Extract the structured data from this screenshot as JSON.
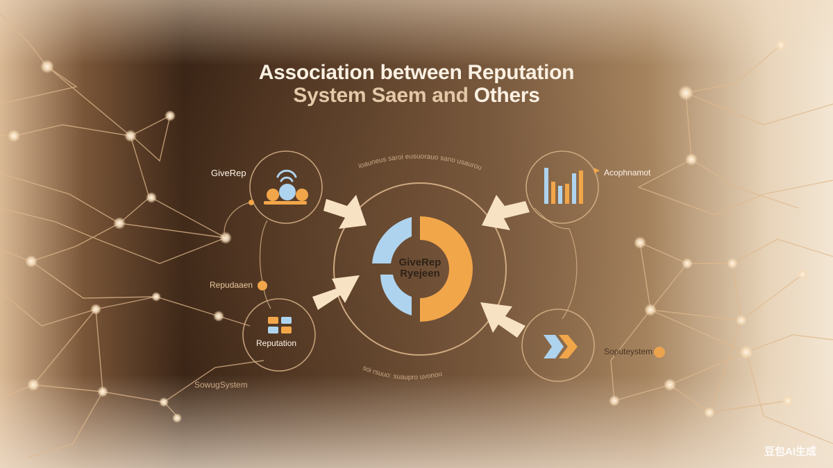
{
  "title": {
    "line1": "Association between Reputation",
    "line2_pre": "System Saem and ",
    "line2_highlight": "Others"
  },
  "center": {
    "line1": "GiveRep",
    "line2": "Ryejeen"
  },
  "arc_captions": {
    "top": "ioauneus saroi eusuorauo sano usaurou",
    "bottom": "soi rsuuo: suaupro uvonou"
  },
  "nodes": {
    "giverep": {
      "label": "GiveRep"
    },
    "reputation_dot": {
      "label": "Repudaaen"
    },
    "reputation": {
      "label": "Reputation"
    },
    "soving_system": {
      "label": "SowugSystem"
    },
    "acquisition": {
      "label": "Acophnamot"
    },
    "sputoystem": {
      "label": "Soputeystem"
    }
  },
  "watermark": "豆包AI生成",
  "colors": {
    "orange": "#f2a64a",
    "light_blue": "#aed3ee",
    "cream": "#f7e2c4",
    "ring": "#d9b48a",
    "background_dark": "#3b2516"
  }
}
